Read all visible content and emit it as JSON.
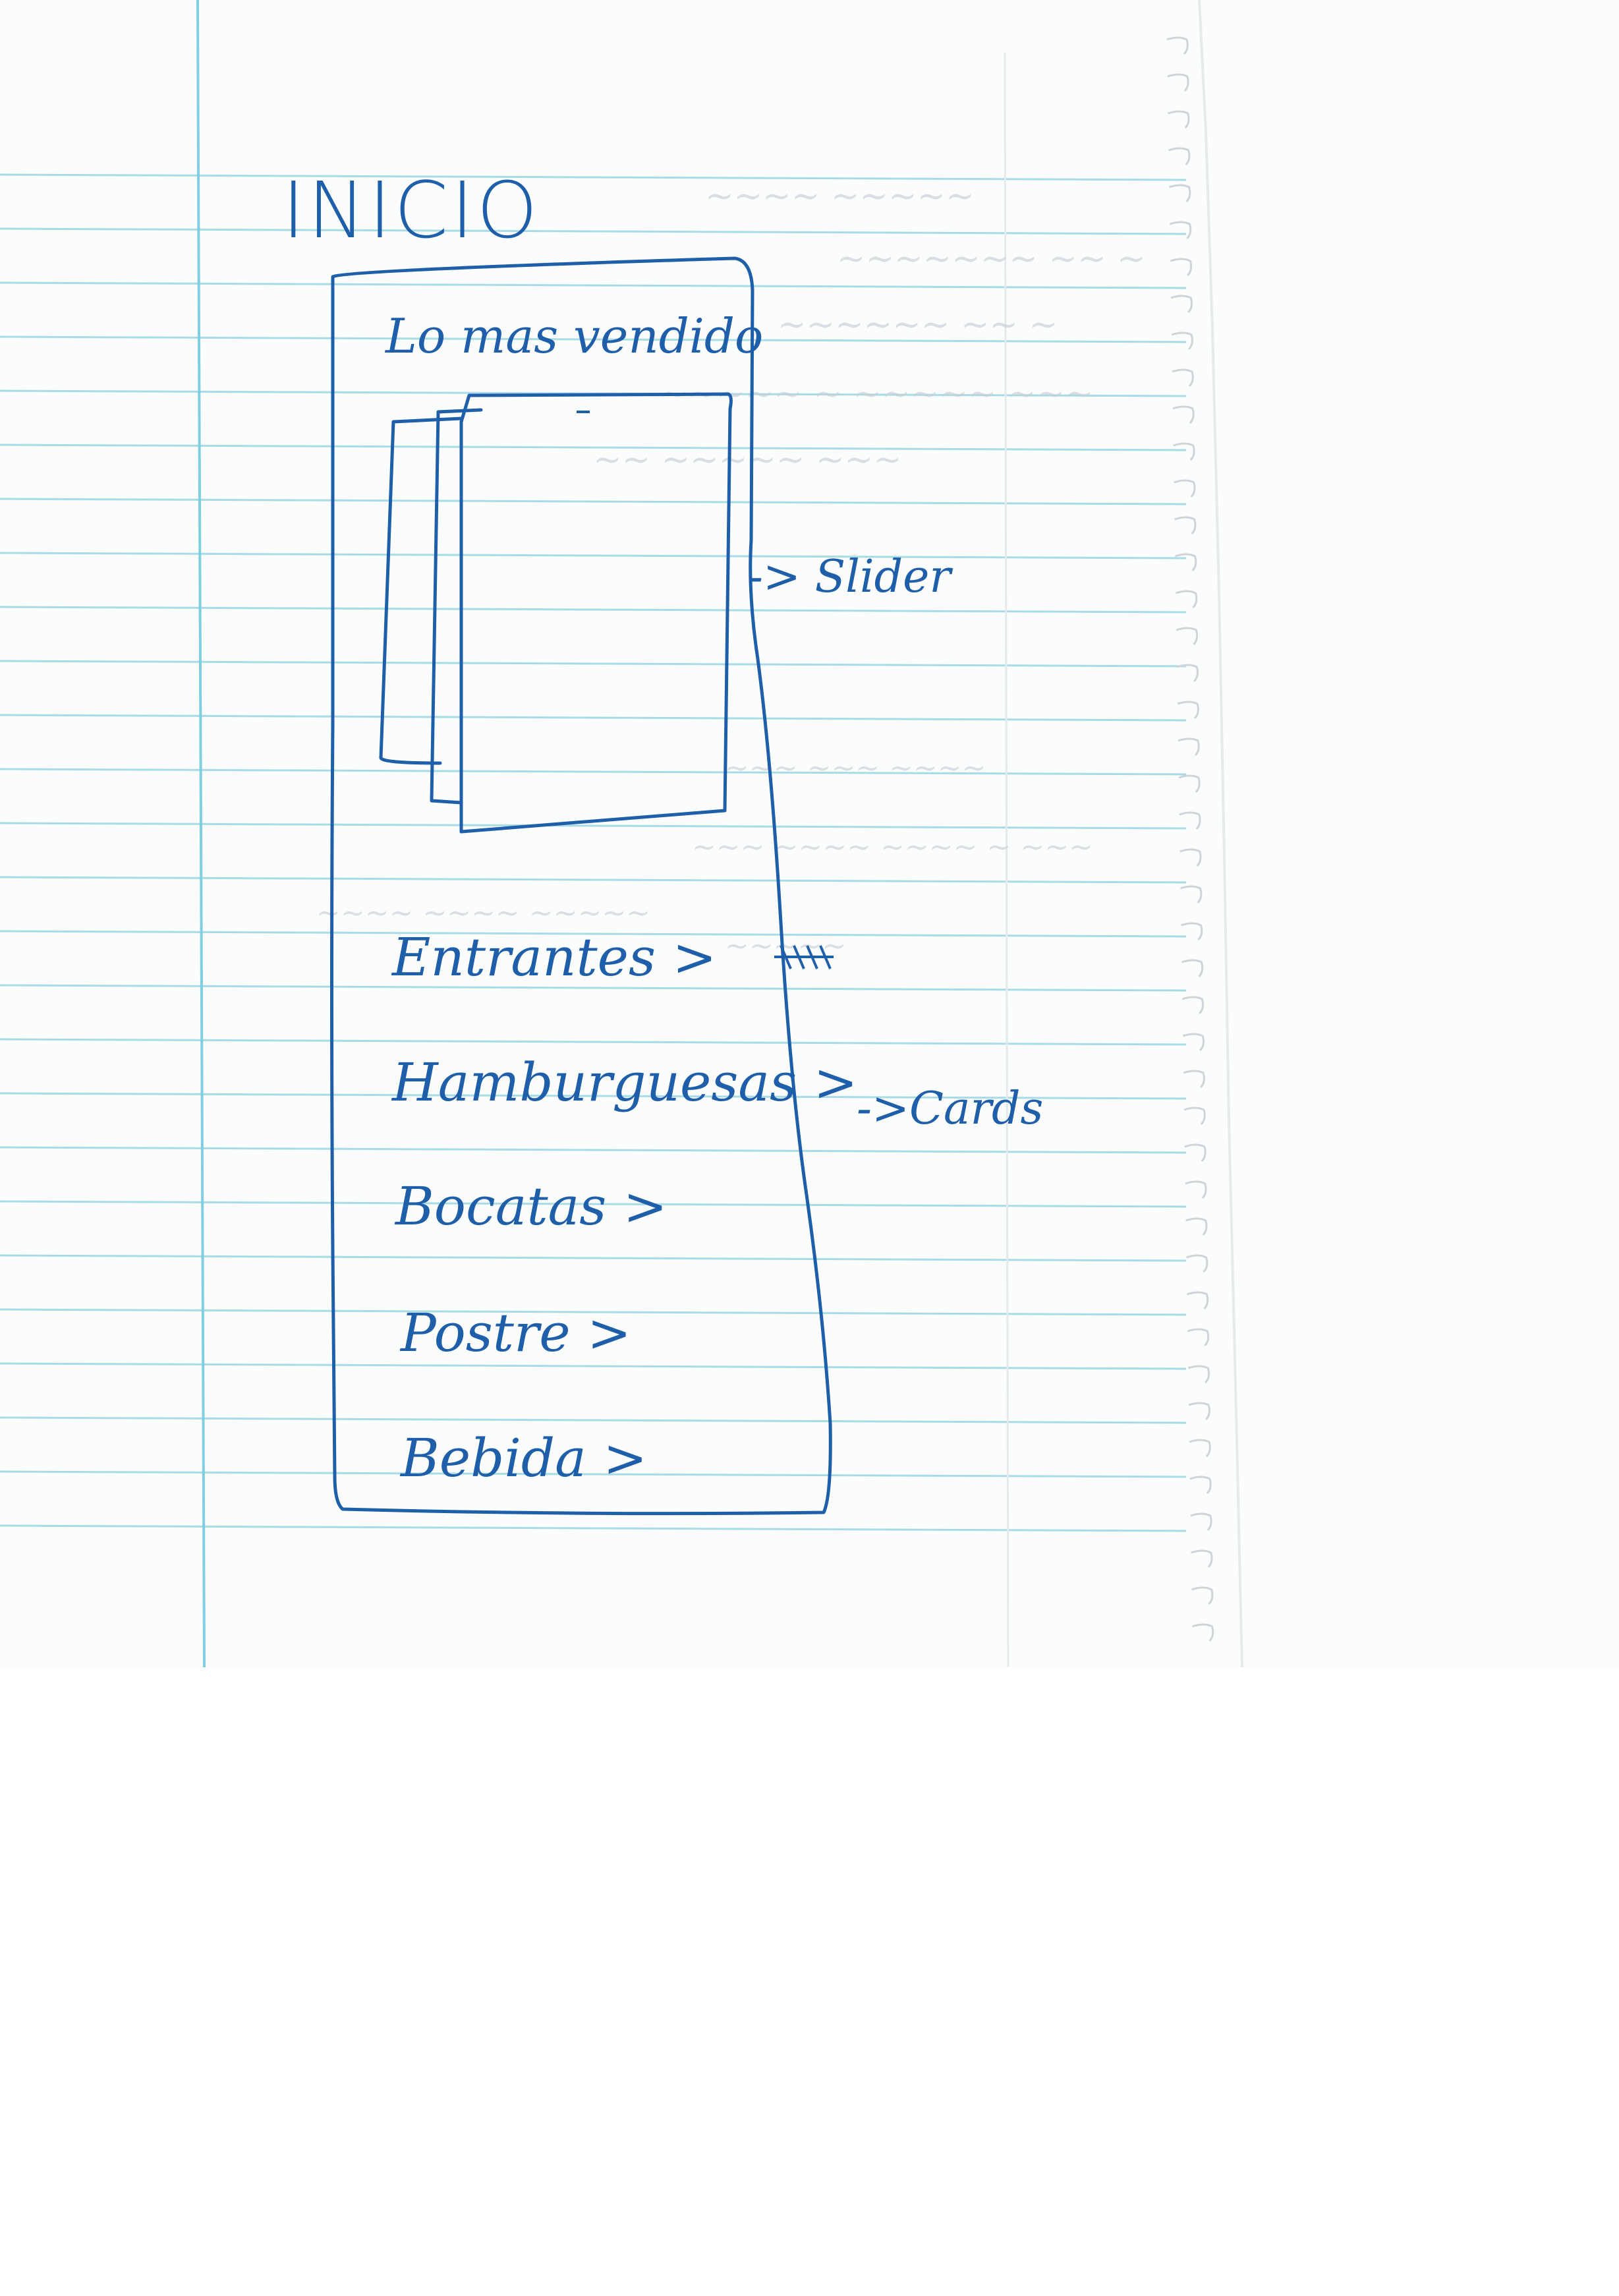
{
  "title": "INICIO",
  "section_title": "Lo mas vendido",
  "slider_annotation": "-> Slider",
  "menu_items": [
    {
      "label": "Entrantes >"
    },
    {
      "label": "Hamburguesas >"
    },
    {
      "label": "Bocatas >"
    },
    {
      "label": "Postre >"
    },
    {
      "label": "Bebida >"
    }
  ],
  "cards_annotation": "->Cards",
  "colors": {
    "ink": "#1f5ea8",
    "rule_lines": "#a9dbe6",
    "margin_line": "#7fcfe0",
    "paper": "#fbfcfc"
  }
}
